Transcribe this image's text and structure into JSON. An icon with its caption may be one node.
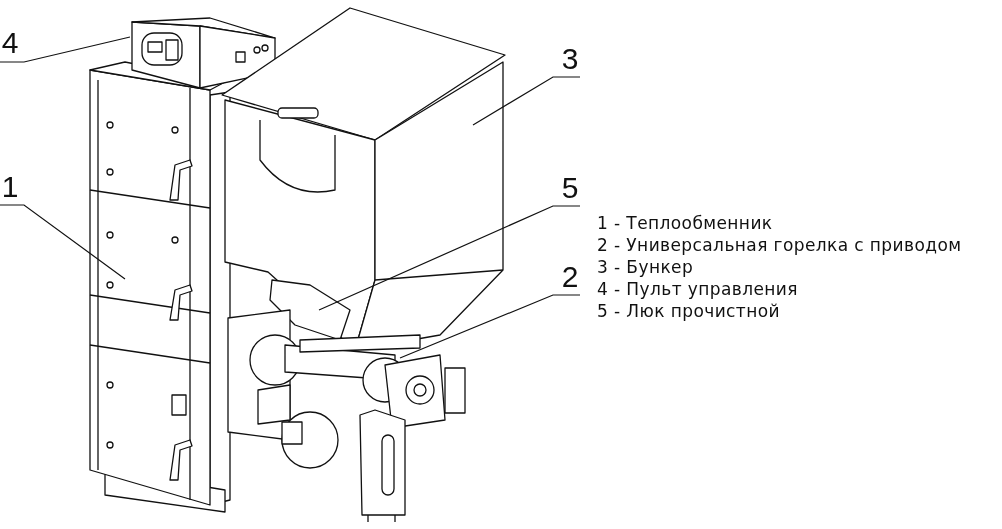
{
  "diagram": {
    "nodes": [
      {
        "text": [
          "4"
        ]
      },
      {
        "text": [
          "3"
        ]
      },
      {
        "text": [
          "1"
        ]
      },
      {
        "text": [
          "5"
        ]
      },
      {
        "text": [
          "2"
        ]
      }
    ],
    "edges": [
      {
        "from": 0,
        "to": null,
        "arrow": "none"
      },
      {
        "from": 1,
        "to": null,
        "arrow": "none"
      },
      {
        "from": 2,
        "to": null,
        "arrow": "none"
      },
      {
        "from": 3,
        "to": null,
        "arrow": "none"
      },
      {
        "from": 4,
        "to": null,
        "arrow": "none"
      }
    ],
    "labels": [
      "1 - Теплообменник",
      "2 - Универсальная горелка с приводом",
      "3 - Бункер",
      "4 - Пульт управления",
      "5 - Люк прочистной"
    ]
  }
}
